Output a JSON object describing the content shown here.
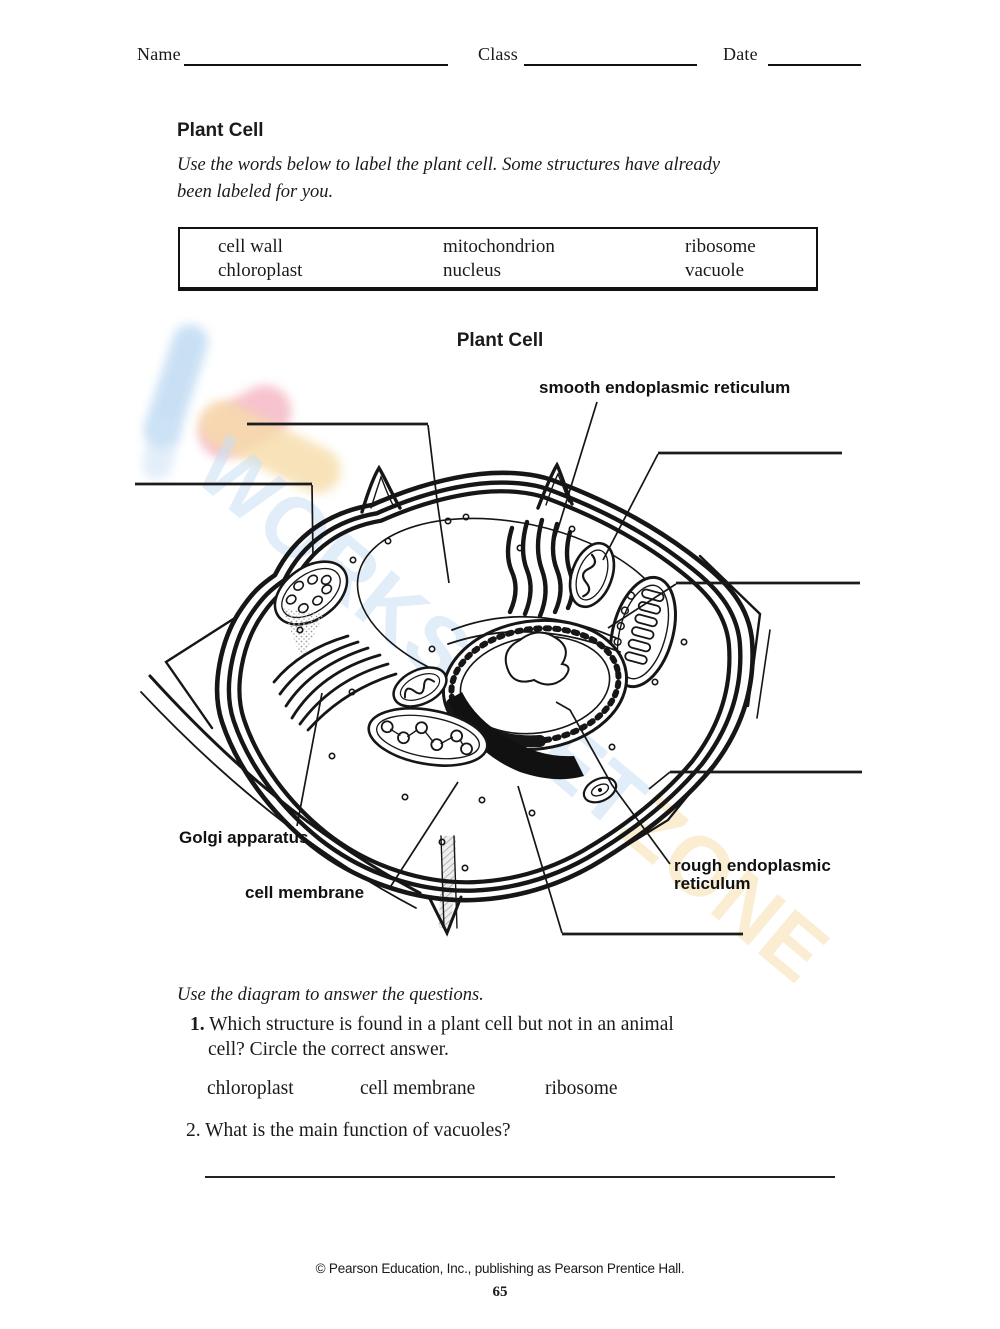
{
  "header": {
    "name_label": "Name",
    "class_label": "Class",
    "date_label": "Date"
  },
  "worksheet": {
    "section_title": "Plant Cell",
    "instructions_line1": "Use the words below to label the plant cell. Some structures have already",
    "instructions_line2": "been labeled for you.",
    "word_bank": {
      "columns": [
        [
          "cell wall",
          "chloroplast"
        ],
        [
          "mitochondrion",
          "nucleus"
        ],
        [
          "ribosome",
          "vacuole"
        ]
      ]
    }
  },
  "diagram": {
    "title": "Plant Cell",
    "labels": {
      "smooth_er": "smooth endoplasmic reticulum",
      "golgi": "Golgi apparatus",
      "cell_membrane": "cell membrane",
      "rough_er_line1": "rough endoplasmic",
      "rough_er_line2": "reticulum"
    }
  },
  "questions": {
    "intro": "Use the diagram to answer the questions.",
    "q1_number": "1.",
    "q1_line1": "Which structure is found in a plant cell but not in an animal",
    "q1_line2": "cell? Circle the correct answer.",
    "q1_options": [
      "chloroplast",
      "cell membrane",
      "ribosome"
    ],
    "q2_number": "2.",
    "q2_text": "What is the main function of vacuoles?"
  },
  "footer": {
    "copyright": "© Pearson Education, Inc., publishing as Pearson Prentice Hall.",
    "page_number": "65"
  },
  "watermark": {
    "text_blue": "WORKSHEET",
    "text_yellow": "ZONE"
  },
  "colors": {
    "ink": "#161616",
    "wm_blue": "#c9e0f5",
    "wm_yellow": "#f6dfae",
    "wm_pink": "#f5b9c6"
  }
}
